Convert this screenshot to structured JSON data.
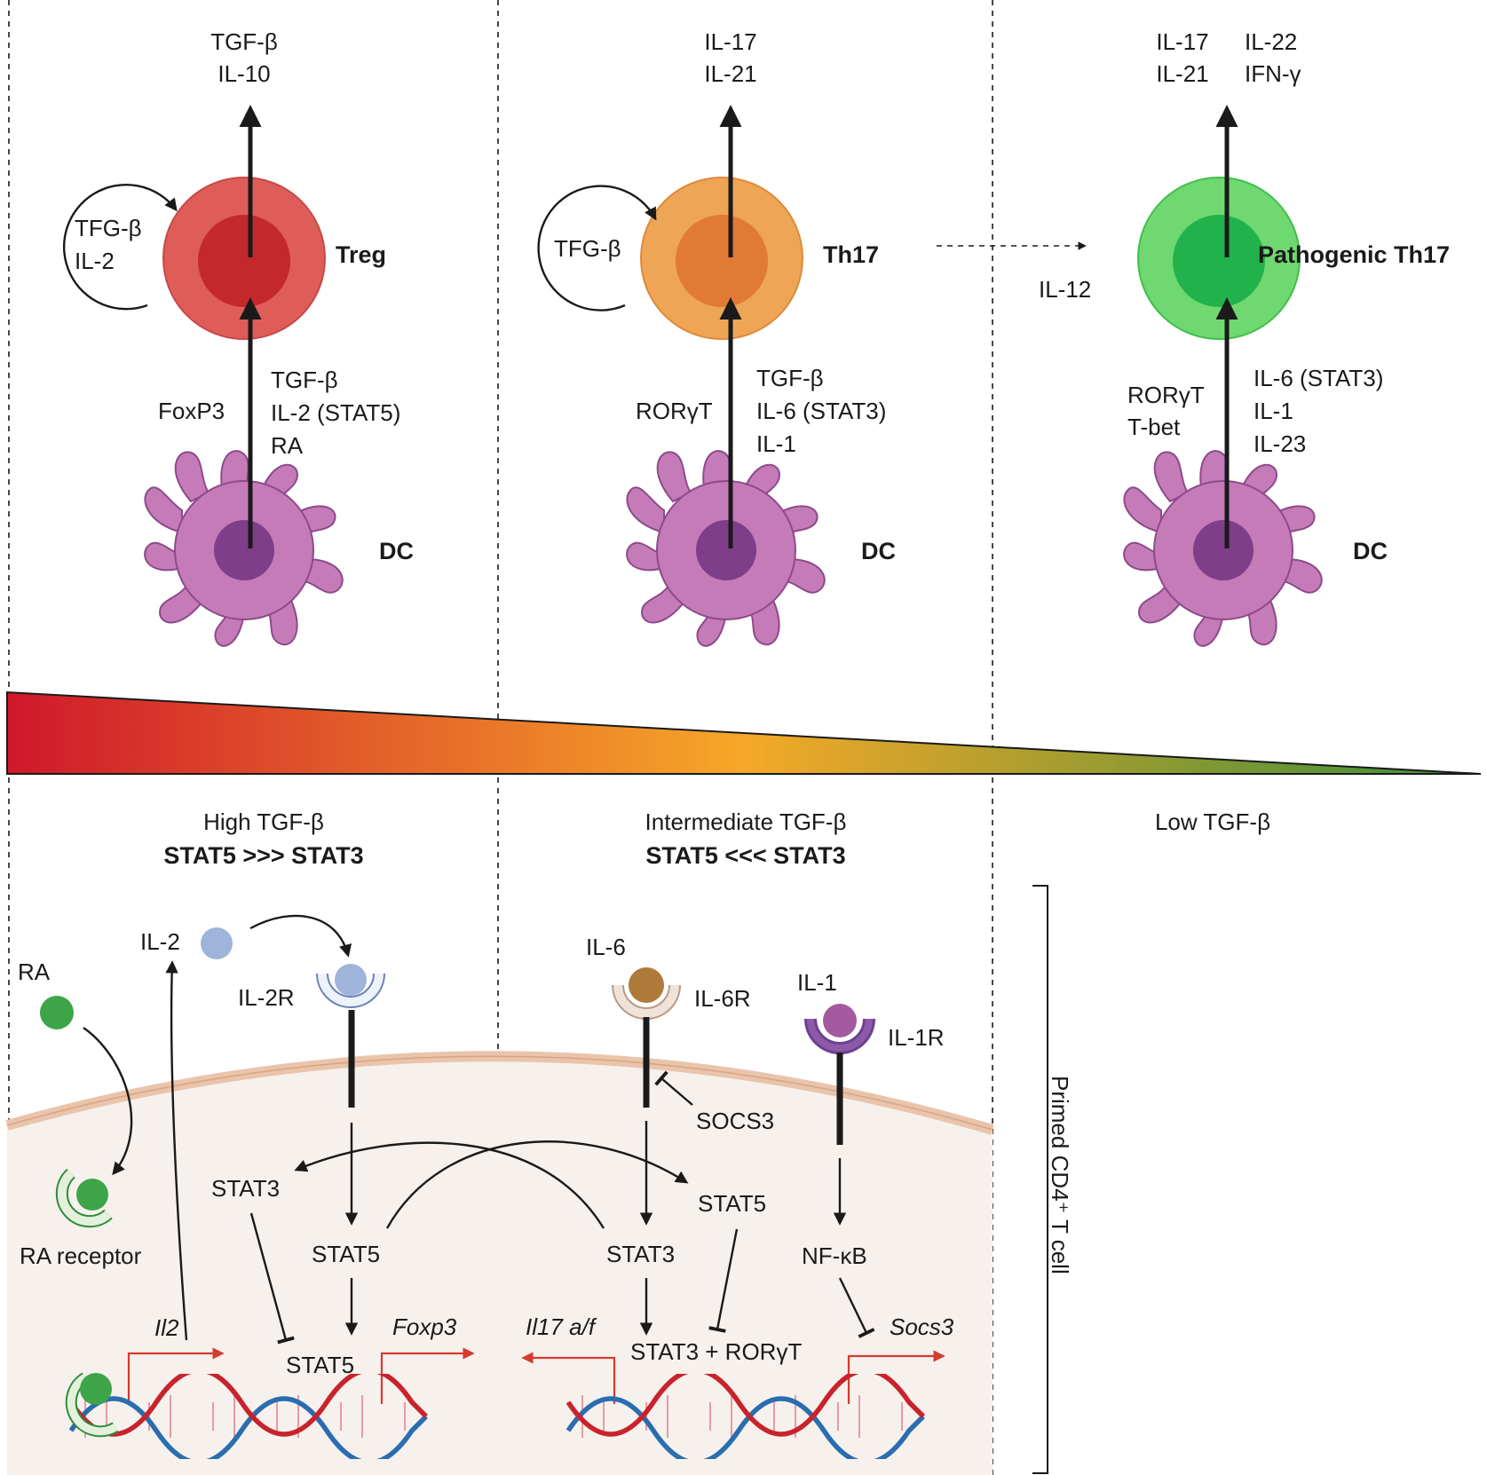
{
  "colors": {
    "treg": "#df5d59",
    "treg_nucleus": "#c2282c",
    "th17": "#eea555",
    "th17_nucleus": "#e07a34",
    "path_th17": "#70d870",
    "path_nucleus": "#22b24c",
    "dc_body": "#c57bb8",
    "dc_nucleus": "#7e3e8a",
    "membrane": "#e9c4ab",
    "cell_interior": "#f6f1ed",
    "ra": "#3da548",
    "il2": "#9fb3db",
    "il6": "#ad7a3a",
    "il1": "#a35a9e",
    "gradient_start": "#d0182b",
    "gradient_mid": "#f6a828",
    "gradient_end": "#3a8f3a"
  },
  "top": {
    "treg": {
      "secreted": [
        "TGF-β",
        "IL-10"
      ],
      "autocrine": [
        "TFG-β",
        "IL-2"
      ],
      "label": "Treg",
      "tf": "FoxP3",
      "signals": [
        "TGF-β",
        "IL-2 (STAT5)",
        "RA"
      ],
      "dc_label": "DC"
    },
    "th17": {
      "secreted": [
        "IL-17",
        "IL-21"
      ],
      "autocrine": [
        "TFG-β"
      ],
      "label": "Th17",
      "tf": "RORγT",
      "signals": [
        "TGF-β",
        "IL-6 (STAT3)",
        "IL-1"
      ],
      "dc_label": "DC"
    },
    "transition": "IL-12",
    "pathogenic": {
      "secreted_left": [
        "IL-17",
        "IL-21"
      ],
      "secreted_right": [
        "IL-22",
        "IFN-γ"
      ],
      "label": "Pathogenic Th17",
      "tf": [
        "RORγT",
        "T-bet"
      ],
      "signals": [
        "IL-6 (STAT3)",
        "IL-1",
        "IL-23"
      ],
      "dc_label": "DC"
    }
  },
  "gradient": {
    "left": {
      "line1": "High TGF-β",
      "line2": "STAT5 >>> STAT3"
    },
    "middle": {
      "line1": "Intermediate TGF-β",
      "line2": "STAT5 <<< STAT3"
    },
    "right": {
      "line1": "Low TGF-β"
    }
  },
  "bottom": {
    "ra": "RA",
    "ra_receptor": "RA receptor",
    "il2": "IL-2",
    "il2r": "IL-2R",
    "stat3_left": "STAT3",
    "stat5_mid": "STAT5",
    "stat5_low": "STAT5",
    "gene_il2": "Il2",
    "gene_foxp3": "Foxp3",
    "il6": "IL-6",
    "il6r": "IL-6R",
    "il1": "IL-1",
    "il1r": "IL-1R",
    "socs3": "SOCS3",
    "stat5_right": "STAT5",
    "stat3_right": "STAT3",
    "nfkb": "NF-κB",
    "gene_il17": "Il17 a/f",
    "stat3_rorgt": "STAT3 + RORγT",
    "gene_socs3": "Socs3",
    "primed": "Primed CD4⁺ T cell"
  }
}
